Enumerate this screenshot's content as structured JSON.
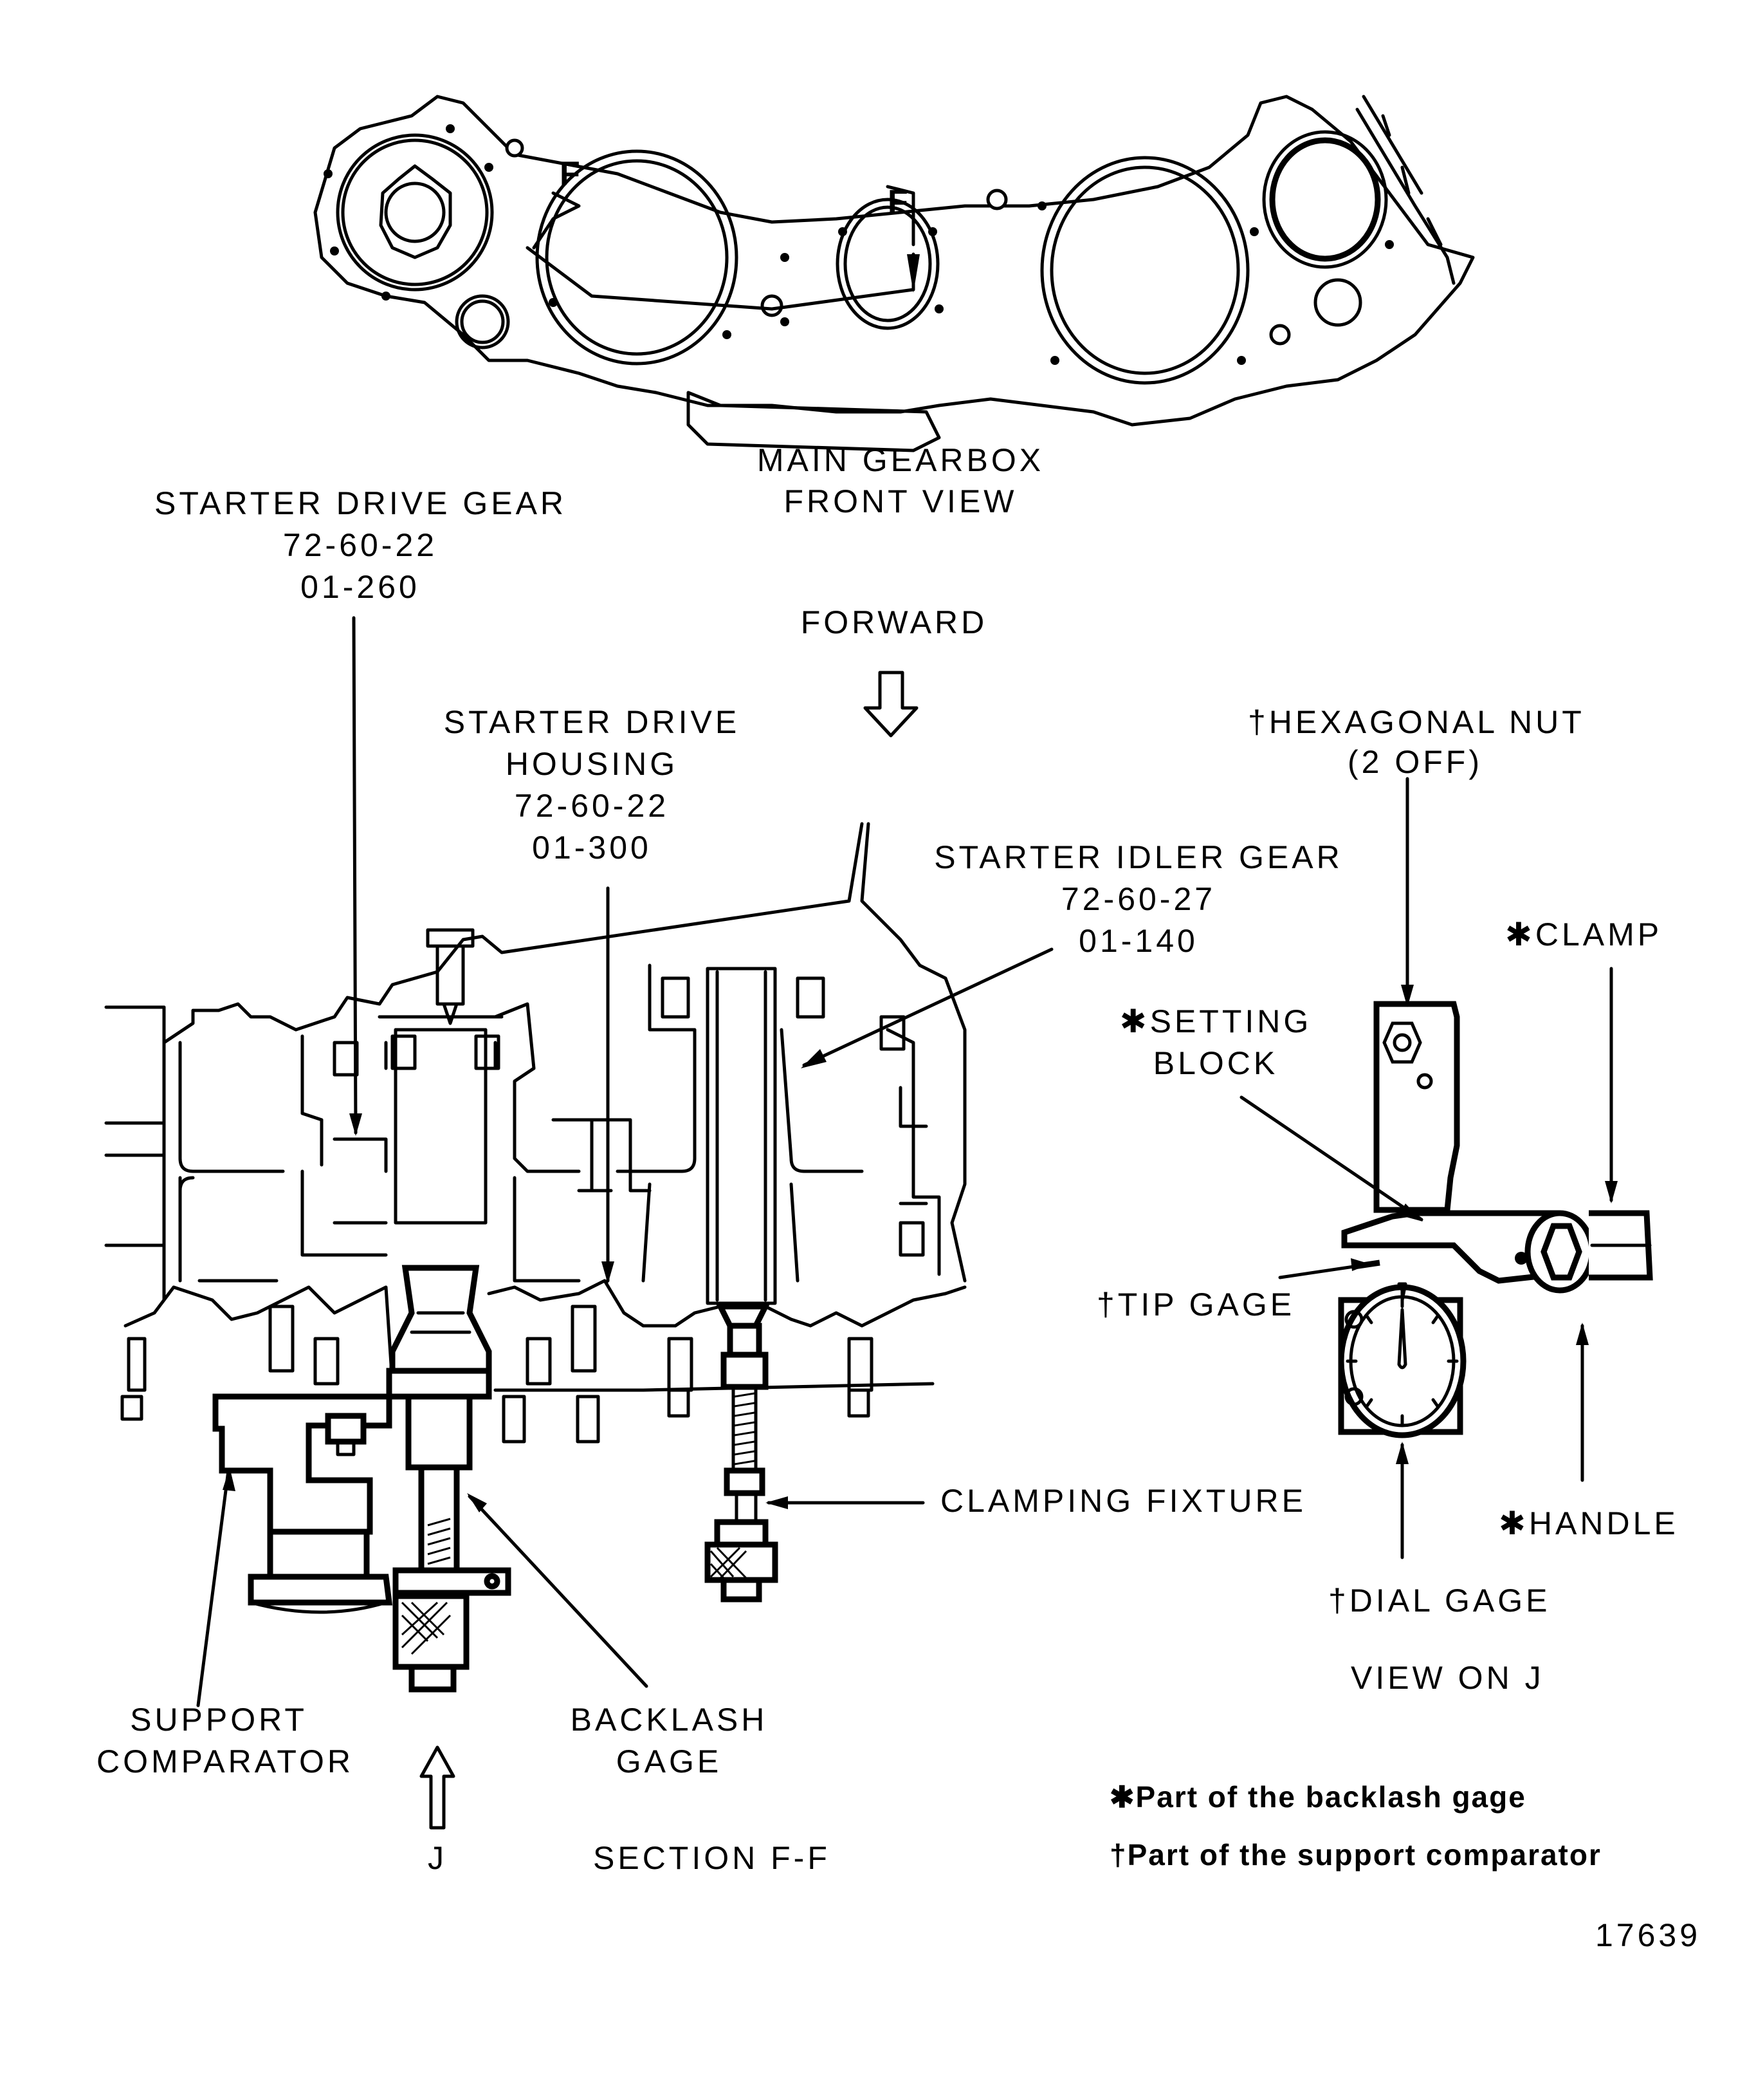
{
  "figure": {
    "figure_number": "17639",
    "colors": {
      "ink": "#000000",
      "paper": "#ffffff"
    }
  },
  "top_view": {
    "title_line1": "MAIN GEARBOX",
    "title_line2": "FRONT VIEW",
    "section_markers": [
      "F",
      "F"
    ]
  },
  "section_view": {
    "title": "SECTION F-F",
    "direction_forward": "FORWARD",
    "view_arrow_letter": "J",
    "callouts": [
      {
        "id": "starter-drive-gear",
        "lines": [
          "STARTER DRIVE GEAR",
          "72-60-22",
          "01-260"
        ]
      },
      {
        "id": "starter-drive-housing",
        "lines": [
          "STARTER DRIVE",
          "HOUSING",
          "72-60-22",
          "01-300"
        ]
      },
      {
        "id": "starter-idler-gear",
        "lines": [
          "STARTER IDLER GEAR",
          "72-60-27",
          "01-140"
        ]
      },
      {
        "id": "clamping-fixture",
        "lines": [
          "CLAMPING FIXTURE"
        ]
      },
      {
        "id": "support-comparator",
        "lines": [
          "SUPPORT",
          "COMPARATOR"
        ]
      },
      {
        "id": "backlash-gage",
        "lines": [
          "BACKLASH",
          "GAGE"
        ]
      }
    ]
  },
  "detail_view": {
    "title": "VIEW ON J",
    "callouts": [
      {
        "id": "hexagonal-nut",
        "lines": [
          "†HEXAGONAL NUT",
          "(2 OFF)"
        ]
      },
      {
        "id": "clamp",
        "lines": [
          "✱CLAMP"
        ]
      },
      {
        "id": "setting-block",
        "lines": [
          "✱SETTING",
          "BLOCK"
        ]
      },
      {
        "id": "tip-gage",
        "lines": [
          "†TIP GAGE"
        ]
      },
      {
        "id": "handle",
        "lines": [
          "✱HANDLE"
        ]
      },
      {
        "id": "dial-gage",
        "lines": [
          "†DIAL GAGE"
        ]
      }
    ]
  },
  "legend": {
    "items": [
      {
        "symbol": "✱",
        "text": "✱Part of the backlash gage"
      },
      {
        "symbol": "†",
        "text": "†Part of the support comparator"
      }
    ]
  }
}
